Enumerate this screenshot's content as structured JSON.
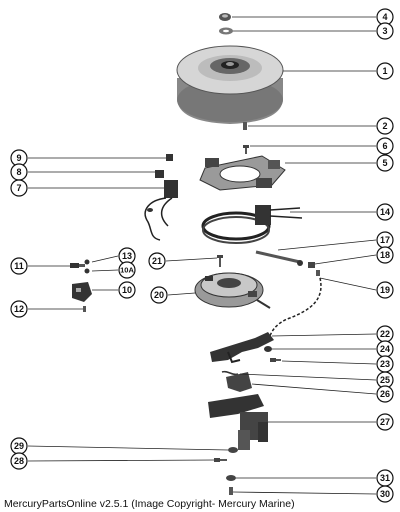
{
  "caption": "MercuryPartsOnline v2.5.1 (Image Copyright- Mercury Marine)",
  "callouts": [
    {
      "id": "4",
      "label": "4"
    },
    {
      "id": "3",
      "label": "3"
    },
    {
      "id": "1",
      "label": "1"
    },
    {
      "id": "2",
      "label": "2"
    },
    {
      "id": "6",
      "label": "6"
    },
    {
      "id": "5",
      "label": "5"
    },
    {
      "id": "9",
      "label": "9"
    },
    {
      "id": "8",
      "label": "8"
    },
    {
      "id": "7",
      "label": "7"
    },
    {
      "id": "14",
      "label": "14"
    },
    {
      "id": "17",
      "label": "17"
    },
    {
      "id": "18",
      "label": "18"
    },
    {
      "id": "13",
      "label": "13"
    },
    {
      "id": "10A",
      "label": "10A"
    },
    {
      "id": "11",
      "label": "11"
    },
    {
      "id": "21",
      "label": "21"
    },
    {
      "id": "10",
      "label": "10"
    },
    {
      "id": "20",
      "label": "20"
    },
    {
      "id": "19",
      "label": "19"
    },
    {
      "id": "12",
      "label": "12"
    },
    {
      "id": "22",
      "label": "22"
    },
    {
      "id": "24",
      "label": "24"
    },
    {
      "id": "23",
      "label": "23"
    },
    {
      "id": "25",
      "label": "25"
    },
    {
      "id": "26",
      "label": "26"
    },
    {
      "id": "27",
      "label": "27"
    },
    {
      "id": "29",
      "label": "29"
    },
    {
      "id": "28",
      "label": "28"
    },
    {
      "id": "31",
      "label": "31"
    },
    {
      "id": "30",
      "label": "30"
    }
  ]
}
